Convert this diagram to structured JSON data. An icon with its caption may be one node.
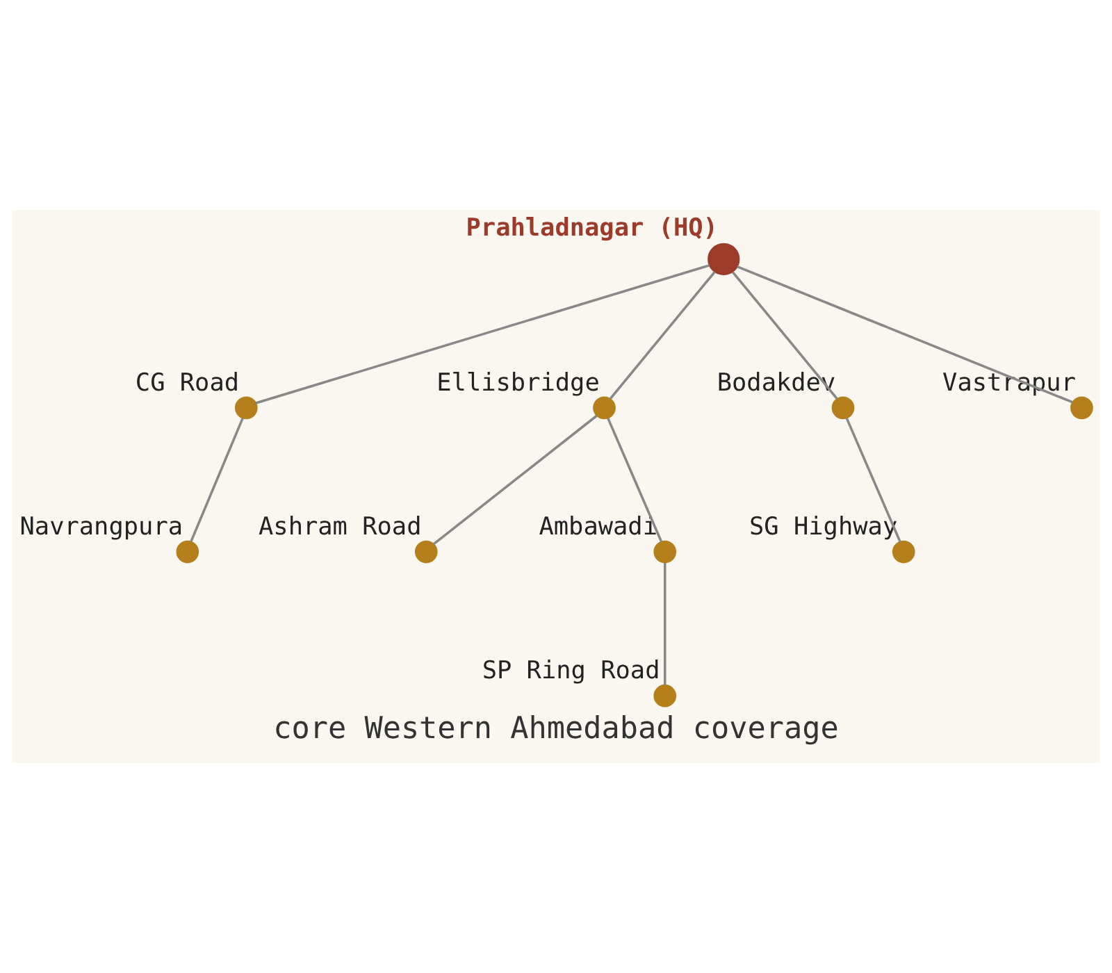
{
  "diagram": {
    "caption": "core Western Ahmedabad coverage",
    "nodes": [
      {
        "text": [],
        "shape": "circle",
        "beside": [
          "Ashram Road"
        ]
      },
      {
        "text": [],
        "shape": "circle",
        "beside": [
          "Navrangpura"
        ]
      },
      {
        "text": [],
        "shape": "circle",
        "beside": [
          "CG Road"
        ]
      },
      {
        "text": [],
        "shape": "circle",
        "beside": [
          "Ellisbridge"
        ]
      },
      {
        "text": [],
        "shape": "circle",
        "beside": [
          "Prahladnagar (HQ)"
        ]
      },
      {
        "text": [],
        "shape": "circle",
        "beside": [
          "Ambawadi"
        ]
      },
      {
        "text": [],
        "shape": "circle",
        "beside": [
          "Bodakdev"
        ]
      },
      {
        "text": [],
        "shape": "circle",
        "beside": [
          "Vastrapur"
        ]
      },
      {
        "text": [],
        "shape": "circle",
        "beside": [
          "SP Ring Road"
        ]
      },
      {
        "text": [],
        "shape": "circle",
        "beside": [
          "SG Highway"
        ]
      }
    ],
    "edges": [
      {
        "from": 4,
        "to": 3,
        "arrow": "none"
      },
      {
        "from": 3,
        "to": 0,
        "arrow": "none"
      },
      {
        "from": 3,
        "to": 5,
        "arrow": "none"
      },
      {
        "from": 5,
        "to": 8,
        "arrow": "none"
      },
      {
        "from": 4,
        "to": 2,
        "arrow": "none"
      },
      {
        "from": 2,
        "to": 1,
        "arrow": "none"
      },
      {
        "from": 4,
        "to": 7,
        "arrow": "none"
      },
      {
        "from": 4,
        "to": 6,
        "arrow": "none"
      },
      {
        "from": 6,
        "to": 9,
        "arrow": "none"
      }
    ]
  }
}
